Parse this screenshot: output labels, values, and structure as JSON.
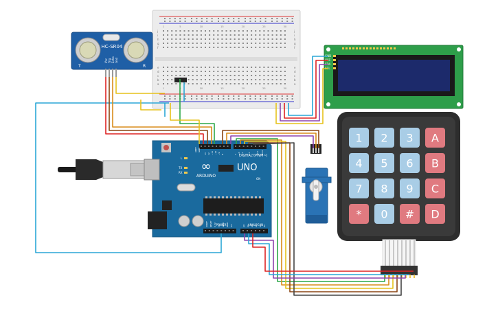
{
  "sensor": {
    "model": "HC-SR04",
    "pins": [
      "Vcc",
      "Trig",
      "Echo",
      "Gnd"
    ],
    "label_t": "T",
    "label_r": "R"
  },
  "lcd": {
    "pins": [
      "GND",
      "VCC",
      "SDA",
      "SCL"
    ]
  },
  "arduino": {
    "brand": "ARDUINO",
    "model": "UNO",
    "digital_label": "DIGITAL (PWM~)",
    "power_label": "POWER",
    "analog_label": "ANALOG IN",
    "aref": "AREF",
    "gnd": "GND",
    "on": "ON",
    "led_l": "L",
    "led_tx": "TX",
    "led_rx": "RX",
    "pin13": "13",
    "pin12": "12",
    "pin11": "~11",
    "pin10": "~10",
    "pin9": "~9",
    "pin8": "8",
    "pin7": "7",
    "pin6": "~6",
    "pin5": "~5",
    "pin4": "4",
    "pin3": "~3",
    "pin2": "2",
    "pin1": "TX 1",
    "pin0": "RX 0",
    "power_pins": [
      "IOREF",
      "RESET",
      "3.3V",
      "5V",
      "GND",
      "GND",
      "Vin"
    ],
    "analog_pins": [
      "A0",
      "A1",
      "A2",
      "A3",
      "A4",
      "A5"
    ]
  },
  "keypad": {
    "rows": [
      [
        "1",
        "2",
        "3",
        "A"
      ],
      [
        "4",
        "5",
        "6",
        "B"
      ],
      [
        "7",
        "8",
        "9",
        "C"
      ],
      [
        "*",
        "0",
        "#",
        "D"
      ]
    ]
  },
  "breadboard": {
    "columns": [
      "1",
      "5",
      "10",
      "15",
      "20",
      "25",
      "30"
    ],
    "rows_top": [
      "j",
      "i",
      "h",
      "g",
      "f"
    ],
    "rows_bottom": [
      "e",
      "d",
      "c",
      "b",
      "a"
    ]
  },
  "colors": {
    "arduino_blue": "#1a6a9e",
    "sensor_blue": "#1f5fa6",
    "lcd_green": "#2e9e4a",
    "lcd_screen": "#1c2a6b",
    "keypad_body": "#2d2d2d",
    "key_blue": "#a9cde6",
    "key_red": "#e07a80",
    "servo_blue": "#2a73b5"
  }
}
